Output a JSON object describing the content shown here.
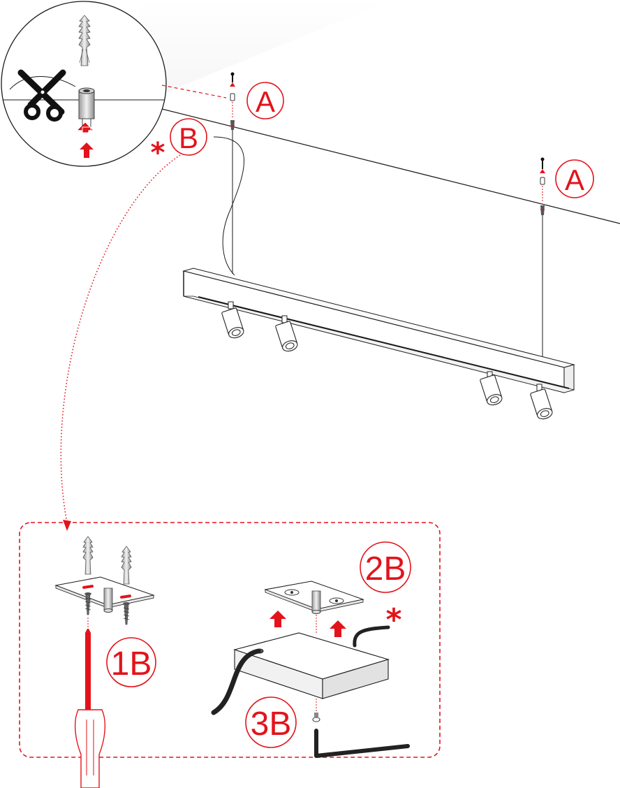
{
  "labels": {
    "a_left": "A",
    "a_right": "A",
    "b": "B",
    "step_1b": "1B",
    "step_2b": "2B",
    "step_3b": "3B",
    "asterisk_b": "*",
    "asterisk_cable": "*"
  },
  "icons": {
    "scissors": "scissors-icon",
    "screwdriver": "screwdriver-icon",
    "up_arrow": "up-arrow-icon",
    "wall_plug": "wall-plug-icon",
    "screw": "screw-icon"
  },
  "colors": {
    "accent": "#e3131b",
    "line": "#1a1a1a",
    "cable": "#222222"
  }
}
